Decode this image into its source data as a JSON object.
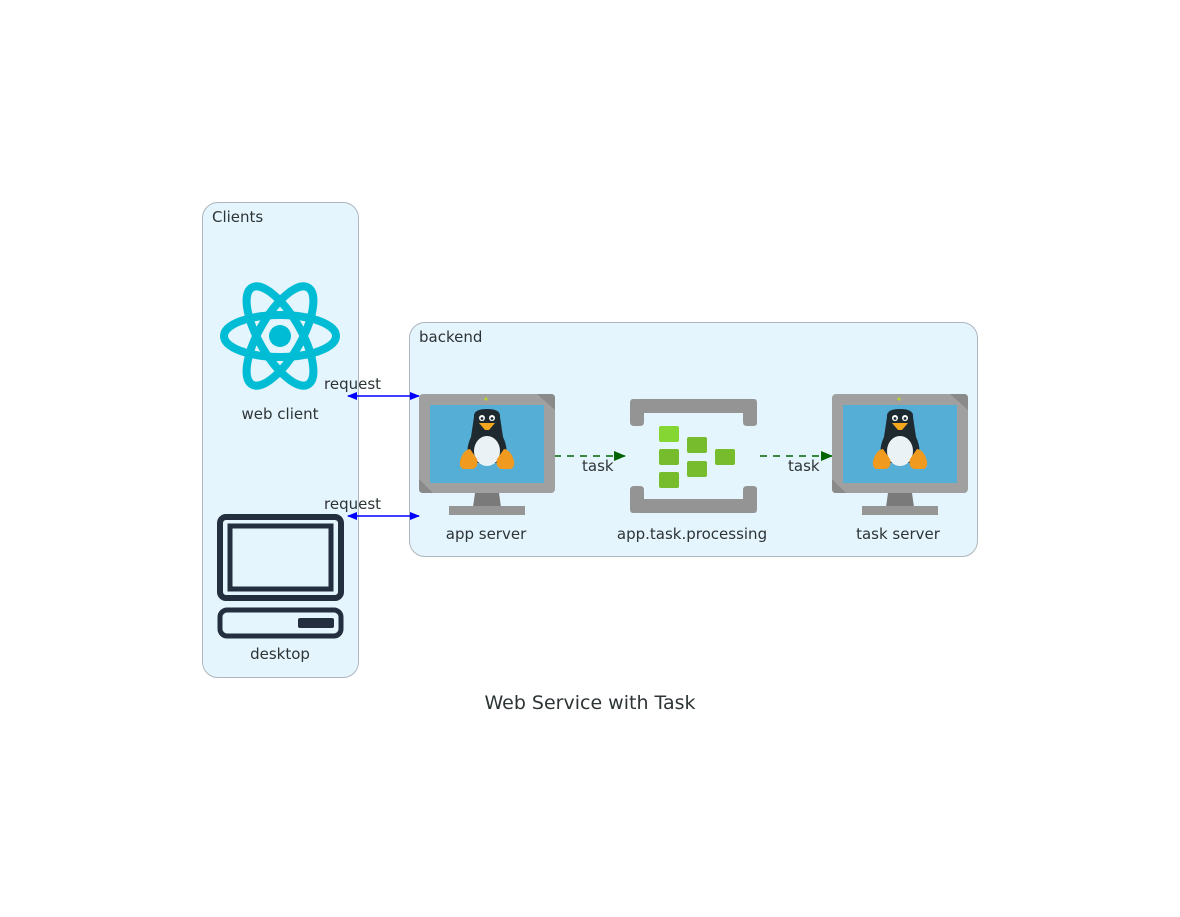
{
  "title": "Web Service with Task",
  "clusters": {
    "clients": {
      "label": "Clients"
    },
    "backend": {
      "label": "backend"
    }
  },
  "nodes": {
    "web_client": {
      "label": "web client",
      "icon": "react-icon"
    },
    "desktop": {
      "label": "desktop",
      "icon": "desktop-computer-icon"
    },
    "app_server": {
      "label": "app server",
      "icon": "linux-server-icon"
    },
    "processing": {
      "label": "app.task.processing",
      "icon": "event-hub-icon"
    },
    "task_server": {
      "label": "task server",
      "icon": "linux-server-icon"
    }
  },
  "edges": [
    {
      "from": "web client",
      "to": "app server",
      "label": "request",
      "style": "bidirectional",
      "color": "#0000ff"
    },
    {
      "from": "desktop",
      "to": "app server",
      "label": "request",
      "style": "bidirectional",
      "color": "#0000ff"
    },
    {
      "from": "app server",
      "to": "app.task.processing",
      "label": "task",
      "style": "dashed",
      "color": "#006400"
    },
    {
      "from": "app.task.processing",
      "to": "task server",
      "label": "task",
      "style": "dashed",
      "color": "#006400"
    }
  ],
  "colors": {
    "cluster_bg": "#e5f5fd",
    "cluster_border": "#aeb6be",
    "react": "#00bcd4",
    "request_edge": "#0000ff",
    "task_edge": "#006400"
  }
}
